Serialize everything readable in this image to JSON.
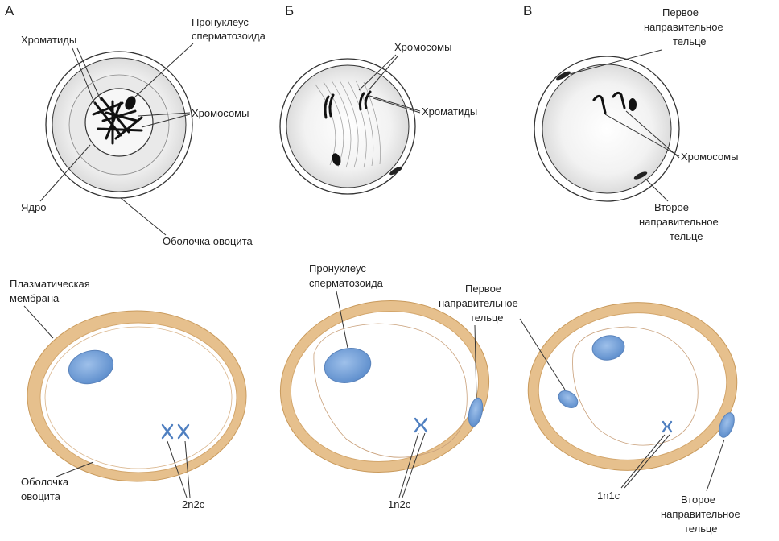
{
  "panels": {
    "a": "А",
    "b": "Б",
    "v": "В"
  },
  "labels": {
    "a_chromatids": "Хроматиды",
    "a_pronucleus_1": "Пронуклеус",
    "a_pronucleus_2": "сперматозоида",
    "a_chromosomes": "Хромосомы",
    "a_nucleus": "Ядро",
    "a_envelope": "Оболочка овоцита",
    "b_chromosomes": "Хромосомы",
    "b_chromatids": "Хроматиды",
    "v_first_1": "Первое",
    "v_first_2": "направительное",
    "v_first_3": "тельце",
    "v_chromosomes": "Хромосомы",
    "v_second_1": "Второе",
    "v_second_2": "направительное",
    "v_second_3": "тельце",
    "c1_membrane_1": "Плазматическая",
    "c1_membrane_2": "мембрана",
    "c1_envelope_1": "Оболочка",
    "c1_envelope_2": "овоцита",
    "c1_ploidy": "2n2c",
    "c2_pronucleus_1": "Пронуклеус",
    "c2_pronucleus_2": "сперматозоида",
    "c2_first_1": "Первое",
    "c2_first_2": "направительное",
    "c2_first_3": "тельце",
    "c2_ploidy": "1n2c",
    "c3_ploidy": "1n1c",
    "c3_second_1": "Второе",
    "c3_second_2": "направительное",
    "c3_second_3": "тельце"
  },
  "colors": {
    "line_ink": "#333333",
    "cyto_gray": "#ececec",
    "envelope_tan": "#e6c08d",
    "envelope_edge": "#c99a5c",
    "nucleus_blue": "#7fa7d8",
    "chromosome_blue": "#4f7fc0"
  }
}
